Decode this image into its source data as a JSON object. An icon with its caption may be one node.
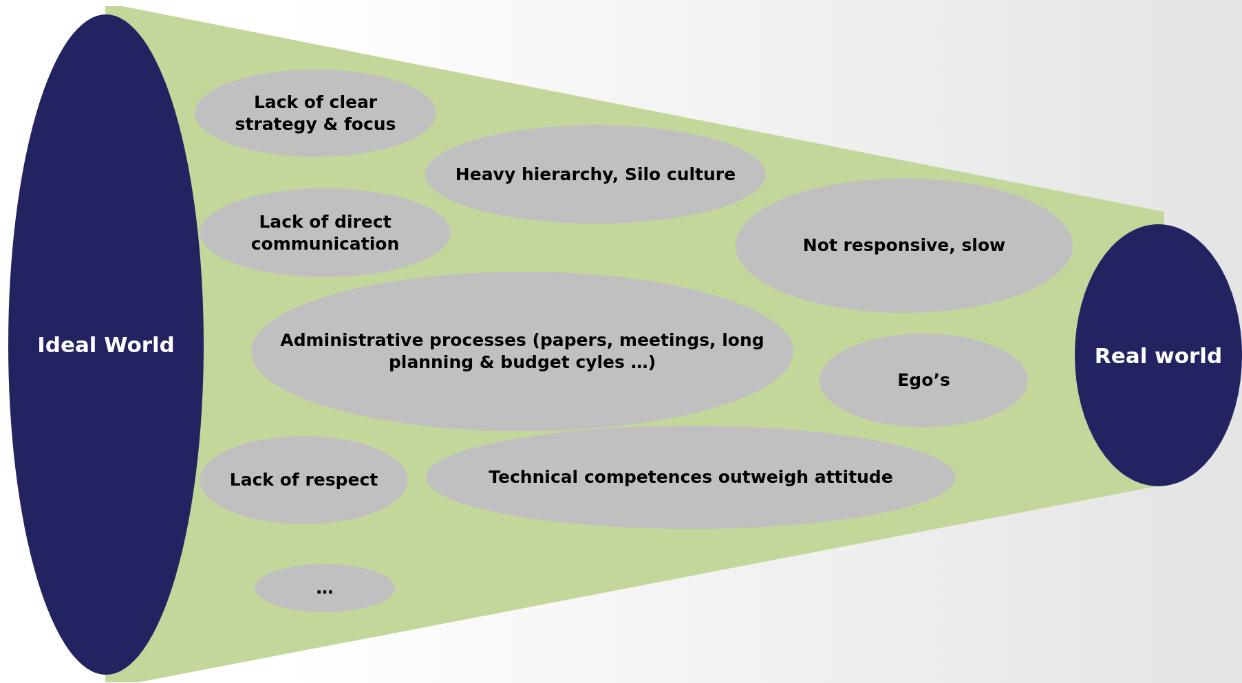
{
  "diagram": {
    "nodes": [
      {
        "text": [
          "Ideal World"
        ]
      },
      {
        "text": [
          "Lack of clear strategy & focus"
        ]
      },
      {
        "text": [
          "Heavy hierarchy, Silo culture"
        ]
      },
      {
        "text": [
          "Lack of direct communication"
        ]
      },
      {
        "text": [
          "Not responsive, slow"
        ]
      },
      {
        "text": [
          "Real world"
        ]
      },
      {
        "text": [
          "Administrative processes (papers, meetings, long planning & budget cyles …)"
        ]
      },
      {
        "text": [
          "Ego’s"
        ]
      },
      {
        "text": [
          "Technical competences outweigh attitude"
        ]
      },
      {
        "text": [
          "Lack of respect"
        ]
      },
      {
        "text": [
          "…"
        ]
      }
    ]
  }
}
